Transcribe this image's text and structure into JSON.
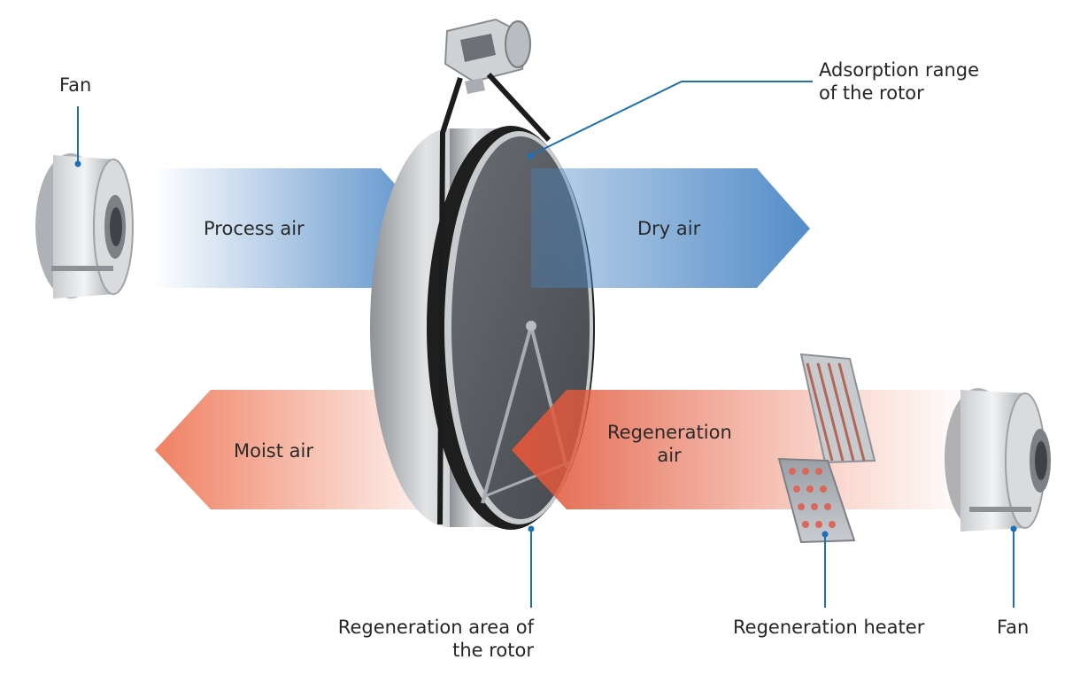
{
  "labels": {
    "fan_left": "Fan",
    "adsorption_line1": "Adsorption range",
    "adsorption_line2": "of the rotor",
    "regeneration_area_line1": "Regeneration area of",
    "regeneration_area_line2": "the rotor",
    "regeneration_heater": "Regeneration heater",
    "fan_right": "Fan"
  },
  "arrows": {
    "process_air": "Process air",
    "dry_air": "Dry air",
    "moist_air": "Moist air",
    "regeneration_air_line1": "Regeneration",
    "regeneration_air_line2": "air"
  },
  "colors": {
    "cool_air": "#4a86c5",
    "warm_air": "#ef7a5a",
    "leader_line": "#1f6fb5",
    "rotor_face": "#55595d",
    "rotor_rim": "#b9bcbf",
    "belt": "#1c1c1c"
  }
}
